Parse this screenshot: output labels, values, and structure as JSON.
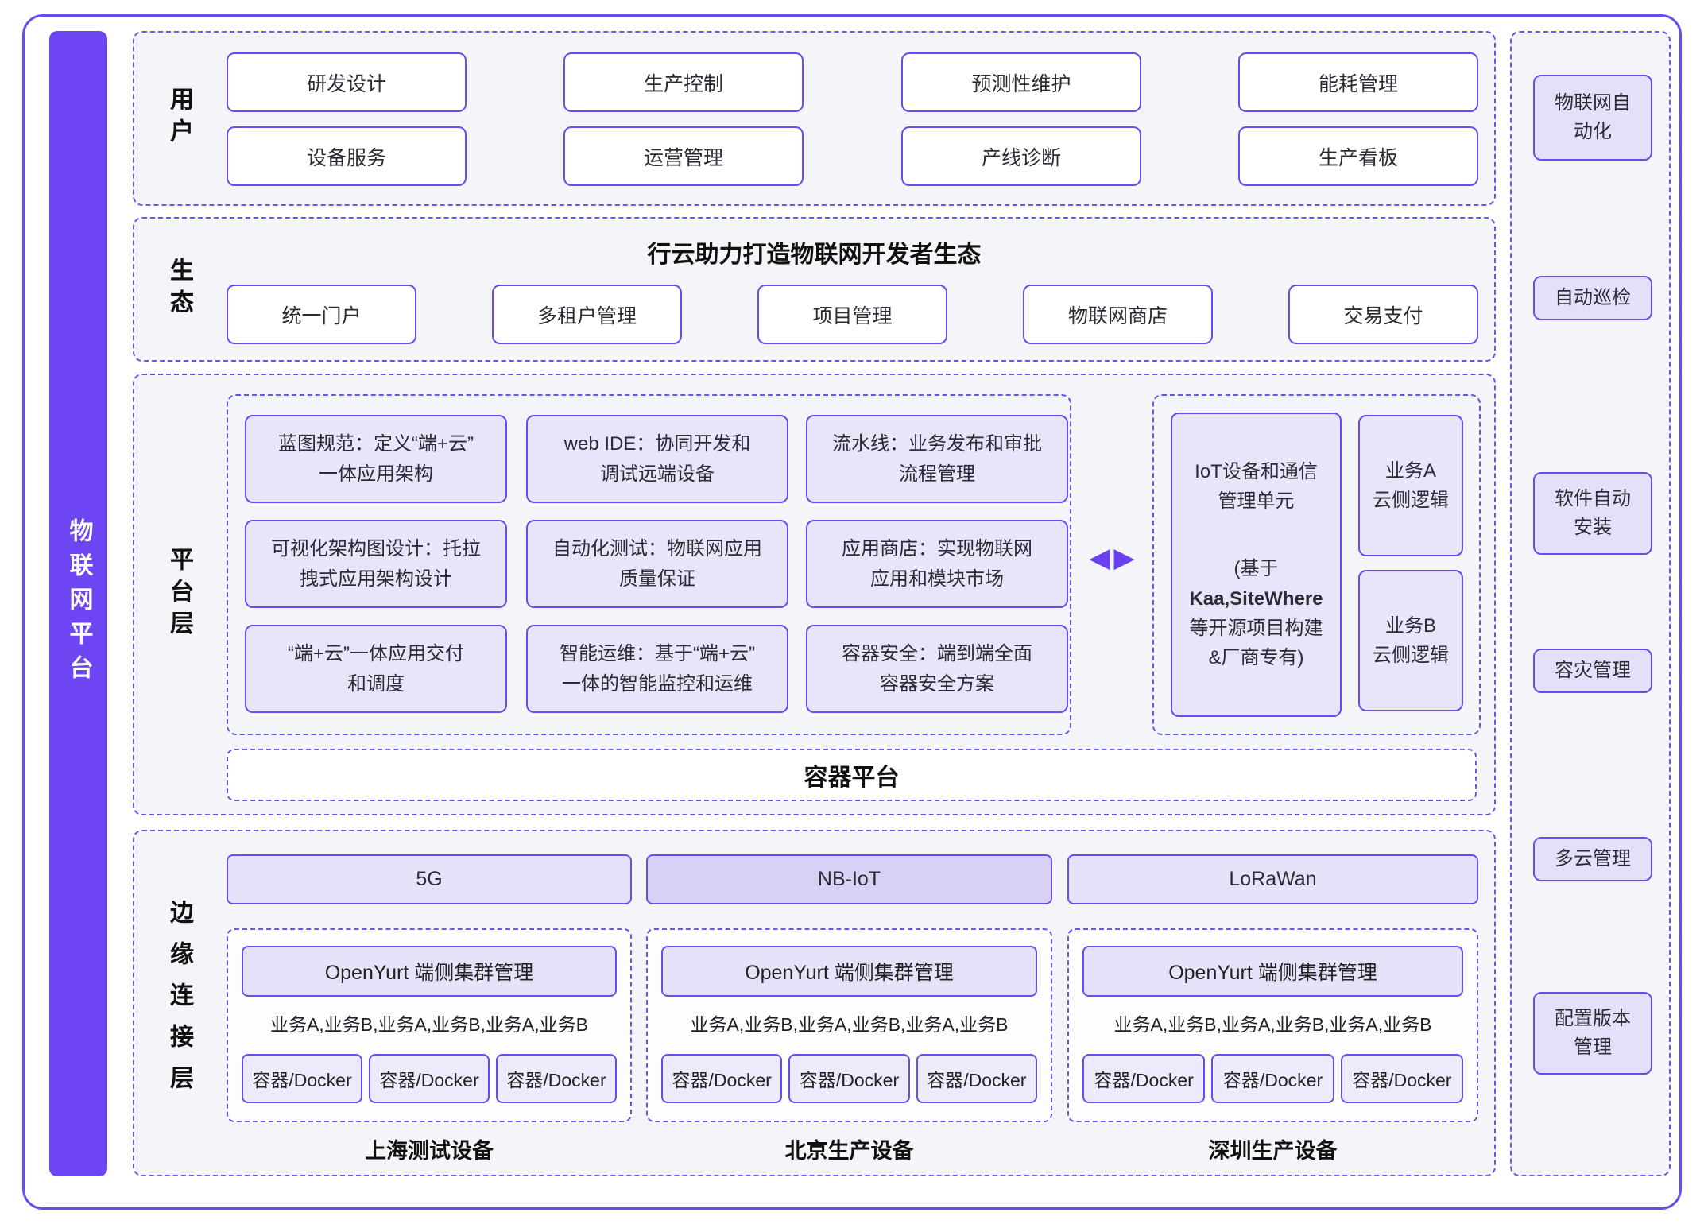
{
  "sidebar": {
    "title": "物联网平台"
  },
  "users": {
    "label": "用户",
    "buttons": [
      "研发设计",
      "生产控制",
      "预测性维护",
      "能耗管理",
      "设备服务",
      "运营管理",
      "产线诊断",
      "生产看板"
    ]
  },
  "ecosystem": {
    "label": "生态",
    "title": "行云助力打造物联网开发者生态",
    "buttons": [
      "统一门户",
      "多租户管理",
      "项目管理",
      "物联网商店",
      "交易支付"
    ]
  },
  "platform": {
    "label": "平台层",
    "grid": [
      "蓝图规范：定义“端+云”\n一体应用架构",
      "web IDE：协同开发和\n调试远端设备",
      "流水线：业务发布和审批\n流程管理",
      "可视化架构图设计：托拉\n拽式应用架构设计",
      "自动化测试：物联网应用\n质量保证",
      "应用商店：实现物联网\n应用和模块市场",
      "“端+云”一体应用交付\n和调度",
      "智能运维：基于“端+云”\n一体的智能监控和运维",
      "容器安全：端到端全面\n容器安全方案"
    ],
    "left_arrow": "◀",
    "right_arrow": "▶",
    "iot_unit": {
      "title": "IoT设备和通信\n管理单元",
      "note_prefix": "(基于",
      "note_bold": "Kaa,SiteWhere",
      "note_suffix": "等开源项目构建\n&厂商专有)"
    },
    "service_a": "业务A\n云侧逻辑",
    "service_b": "业务B\n云侧逻辑",
    "container_platform": "容器平台"
  },
  "edge": {
    "label": "边缘连接层",
    "networks": [
      "5G",
      "NB-IoT",
      "LoRaWan"
    ],
    "highlighted_network": "NB-IoT",
    "groups": [
      {
        "cluster": "OpenYurt 端侧集群管理",
        "services": "业务A,业务B,业务A,业务B,业务A,业务B",
        "containers": [
          "容器/Docker",
          "容器/Docker",
          "容器/Docker"
        ],
        "caption": "上海测试设备"
      },
      {
        "cluster": "OpenYurt 端侧集群管理",
        "services": "业务A,业务B,业务A,业务B,业务A,业务B",
        "containers": [
          "容器/Docker",
          "容器/Docker",
          "容器/Docker"
        ],
        "caption": "北京生产设备"
      },
      {
        "cluster": "OpenYurt 端侧集群管理",
        "services": "业务A,业务B,业务A,业务B,业务A,业务B",
        "containers": [
          "容器/Docker",
          "容器/Docker",
          "容器/Docker"
        ],
        "caption": "深圳生产设备"
      }
    ]
  },
  "right_rail": {
    "items": [
      "物联网自\n动化",
      "自动巡检",
      "软件自动\n安装",
      "容灾管理",
      "多云管理",
      "配置版本\n管理"
    ]
  },
  "colors": {
    "accent": "#6A4BEF",
    "dashed": "#6557E8",
    "sidebar": "#6D45F2",
    "panel_bg": "#F4F5F8",
    "box_bg": "#E8E4FA",
    "box_bg_dark": "#D8D0F5"
  }
}
